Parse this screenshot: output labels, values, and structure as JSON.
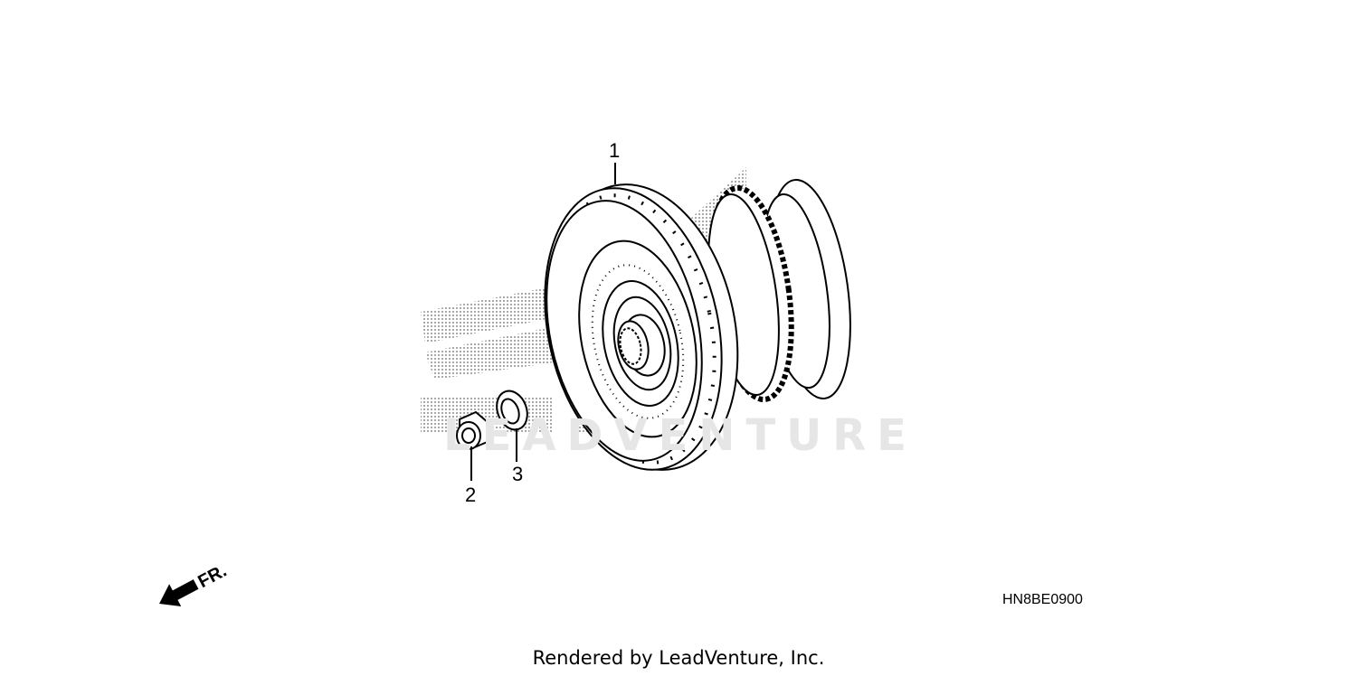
{
  "diagram": {
    "parts": [
      {
        "number": "1"
      },
      {
        "number": "2"
      },
      {
        "number": "3"
      }
    ],
    "diagram_code": "HN8BE0900",
    "direction_indicator": {
      "label": "FR.",
      "icon": "front-direction-arrow-icon"
    },
    "watermark": "LEADVENTURE",
    "footer": "Rendered by LeadVenture, Inc.",
    "colors": {
      "line": "#000000",
      "stipple": "#9a9a9a",
      "watermark_text": "#e6e6e6"
    }
  }
}
